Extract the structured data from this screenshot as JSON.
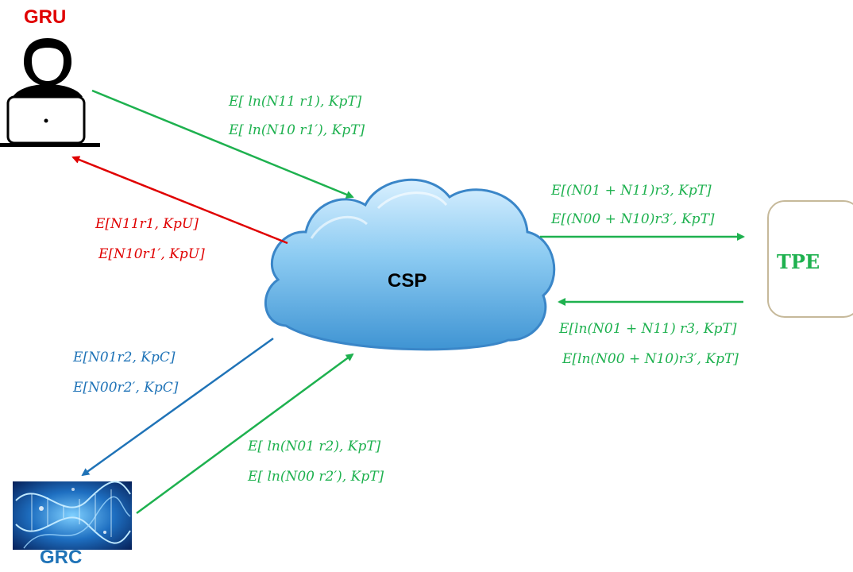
{
  "nodes": {
    "gru": {
      "label": "GRU",
      "color": "#e00000"
    },
    "grc": {
      "label": "GRC",
      "color": "#1f73b7"
    },
    "csp": {
      "label": "CSP"
    },
    "tpe": {
      "label": "TPE",
      "color": "#1eb14f"
    }
  },
  "messages": {
    "gru_to_csp": [
      "E[ ln(N11 r1), KpT]",
      "E[ ln(N10 r1′), KpT]"
    ],
    "csp_to_gru": [
      "E[N11r1, KpU]",
      "E[N10r1′, KpU]"
    ],
    "csp_to_tpe": [
      "E[(N01 + N11)r3, KpT]",
      "E[(N00 + N10)r3′, KpT]"
    ],
    "tpe_to_csp": [
      "E[ln(N01 + N11) r3, KpT]",
      "E[ln(N00 + N10)r3′, KpT]"
    ],
    "csp_to_grc": [
      "E[N01r2, KpC]",
      "E[N00r2′, KpC]"
    ],
    "grc_to_csp": [
      "E[ ln(N01 r2), KpT]",
      "E[ ln(N00 r2′), KpT]"
    ]
  },
  "colors": {
    "green": "#1eb14f",
    "red": "#e00000",
    "blue": "#1f73b7",
    "cloud": "#5aaee3"
  },
  "icons": {
    "user": "user-laptop-icon",
    "dna": "dna-image-icon",
    "cloud": "cloud-icon"
  }
}
